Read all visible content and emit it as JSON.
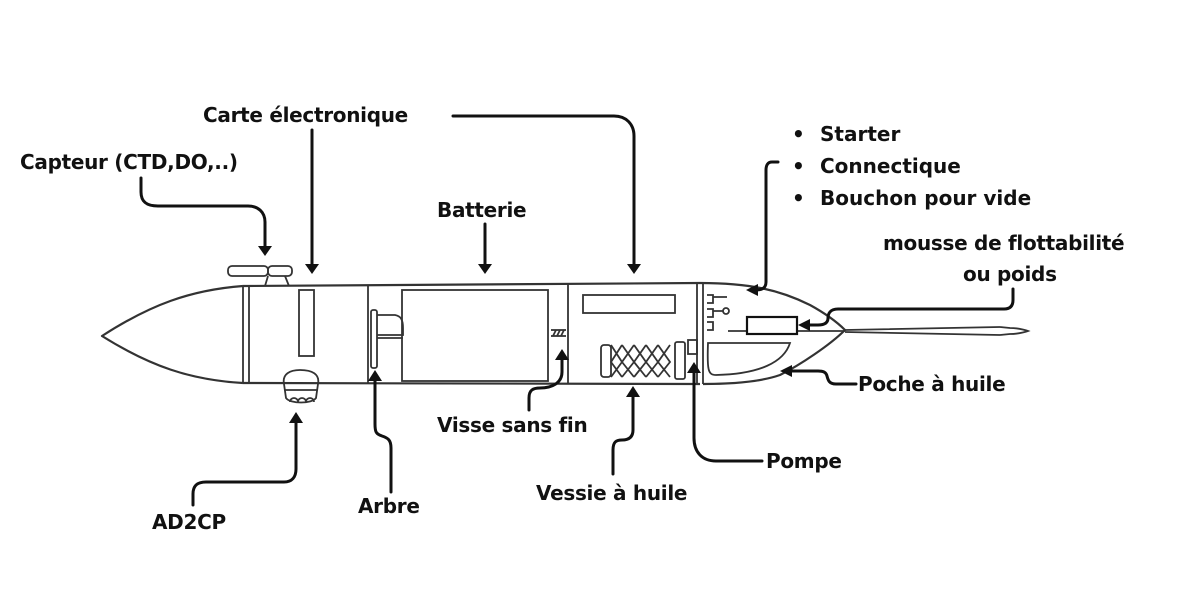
{
  "diagram": {
    "subject": "underwater glider internal components",
    "labels": {
      "capteur": "Capteur (CTD,DO,..)",
      "carte": "Carte électronique",
      "batterie": "Batterie",
      "tail_items": [
        "Starter",
        "Connectique",
        "Bouchon pour vide"
      ],
      "mousse_line1": "mousse de flottabilité",
      "mousse_line2": "ou poids",
      "poche": "Poche à huile",
      "pompe": "Pompe",
      "vessie": "Vessie à huile",
      "visse": "Visse sans fin",
      "arbre": "Arbre",
      "ad2cp": "AD2CP"
    },
    "colors": {
      "ink": "#111111",
      "outline": "#333333",
      "background": "#ffffff"
    }
  }
}
